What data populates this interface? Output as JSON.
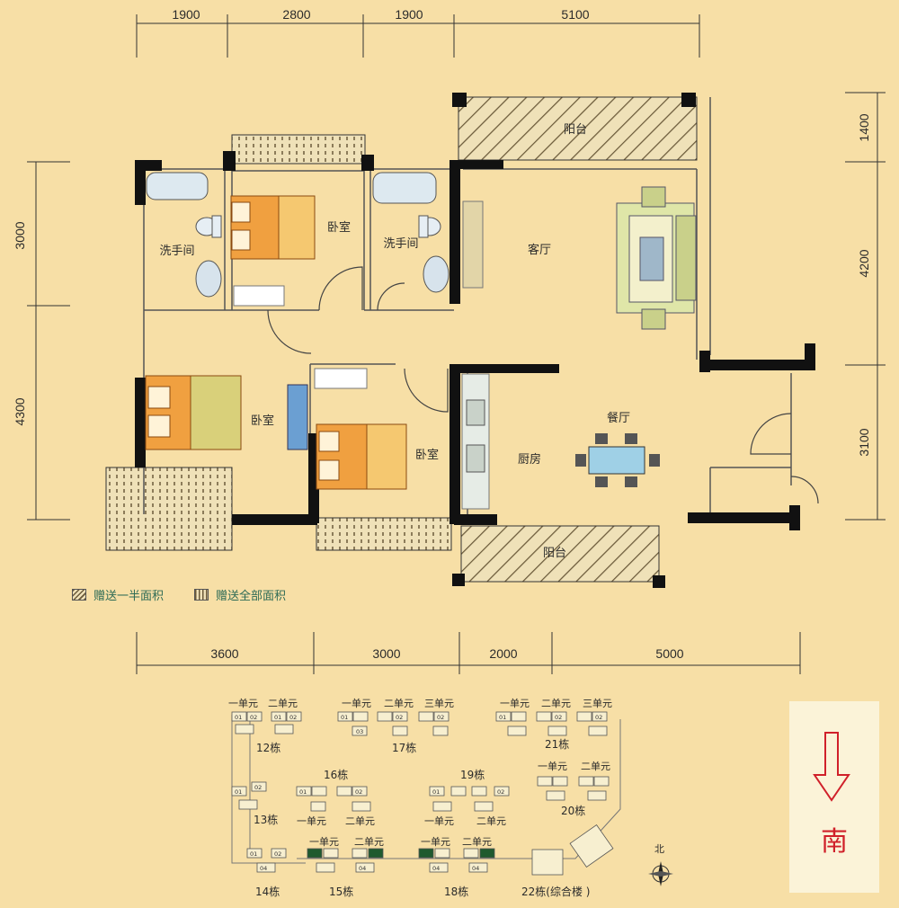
{
  "dimensions": {
    "top": [
      "1900",
      "2800",
      "1900",
      "5100"
    ],
    "bottom": [
      "3600",
      "3000",
      "2000",
      "5000"
    ],
    "left": [
      "3000",
      "4300"
    ],
    "right": [
      "1400",
      "4200",
      "3100"
    ]
  },
  "rooms": {
    "balcony_top": "阳台",
    "bathroom_left": "洗手间",
    "bedroom_top": "卧室",
    "bathroom_mid": "洗手间",
    "living_room": "客厅",
    "bedroom_left": "卧室",
    "bedroom_mid": "卧室",
    "kitchen": "厨房",
    "dining": "餐厅",
    "balcony_bottom": "阳台"
  },
  "legend": {
    "half_area": "赠送一半面积",
    "full_area": "赠送全部面积"
  },
  "site_plan": {
    "unit1": "一单元",
    "unit2": "二单元",
    "unit3": "三单元",
    "b12": "12栋",
    "b13": "13栋",
    "b14": "14栋",
    "b15": "15栋",
    "b16": "16栋",
    "b17": "17栋",
    "b18": "18栋",
    "b19": "19栋",
    "b20": "20栋",
    "b21": "21栋",
    "b22": "22栋(综合楼 )",
    "north": "北",
    "n01": "01",
    "n02": "02",
    "n03": "03",
    "n04": "04"
  },
  "orientation": {
    "south": "南"
  },
  "colors": {
    "background": "#f7dfa6",
    "wall": "#111111",
    "hatch": "#6b5a3a",
    "legend_text": "#2c6a55",
    "south_arrow": "#d0202a",
    "highlight_unit": "#1f5a2e"
  }
}
